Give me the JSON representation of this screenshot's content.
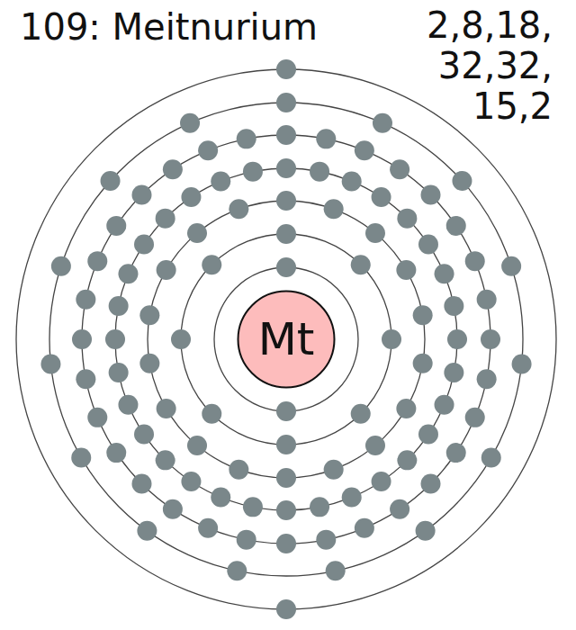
{
  "diagram": {
    "title": "109: Meitnurium",
    "nodes": [
      {
        "text": [
          "Mt"
        ]
      }
    ],
    "labels": [
      "2,8,18, 32,32, 15,2"
    ]
  }
}
